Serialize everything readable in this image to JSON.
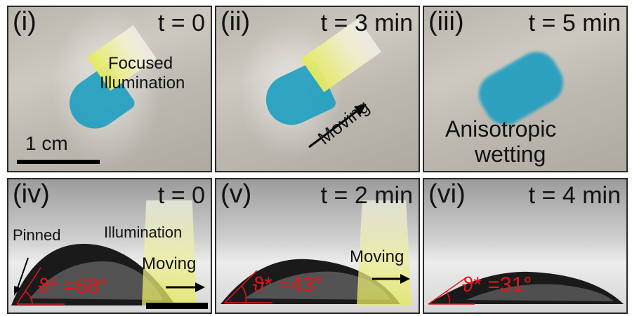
{
  "figure": {
    "panels": [
      {
        "id": "i",
        "label": "(i)",
        "time": "t = 0",
        "annotations": [
          "Focused",
          "Illumination"
        ],
        "scale_bar": "1 cm"
      },
      {
        "id": "ii",
        "label": "(ii)",
        "time": "t = 3 min",
        "annotations": [
          "Moving"
        ]
      },
      {
        "id": "iii",
        "label": "(iii)",
        "time": "t = 5 min",
        "annotations": [
          "Anisotropic",
          "wetting"
        ]
      },
      {
        "id": "iv",
        "label": "(iv)",
        "time": "t = 0",
        "annotations": [
          "Pinned",
          "Illumination",
          "Moving"
        ],
        "angle": "ϑ* =68°"
      },
      {
        "id": "v",
        "label": "(v)",
        "time": "t = 2 min",
        "annotations": [
          "Moving"
        ],
        "angle": "ϑ* =43°"
      },
      {
        "id": "vi",
        "label": "(vi)",
        "time": "t = 4 min",
        "annotations": [],
        "angle": "ϑ* =31°"
      }
    ],
    "colors": {
      "droplet": "#1d9ec0",
      "illumination": "#e6ea5a",
      "angle_annotation": "#e8141a",
      "frame": "#2a2a2a"
    }
  }
}
